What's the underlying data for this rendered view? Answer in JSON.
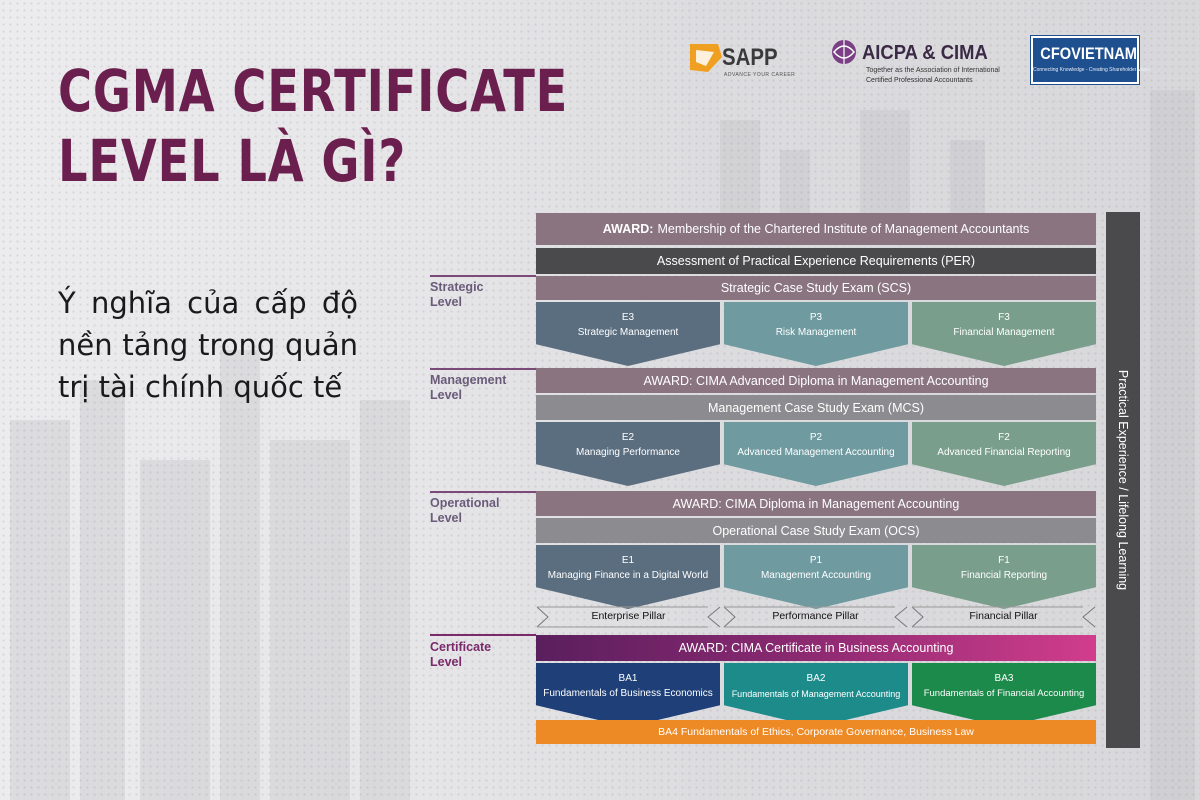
{
  "headline": {
    "line1": "CGMA CERTIFICATE",
    "line2": "LEVEL LÀ GÌ?"
  },
  "subtitle": "Ý nghĩa của cấp độ nền tảng trong quản trị tài chính quốc tế",
  "logos": {
    "sapp": {
      "name": "SAPP",
      "tagline": "ADVANCE YOUR CAREER"
    },
    "aicpa_cima": {
      "name": "AICPA & CIMA",
      "line1": "Together as the Association of International",
      "line2": "Certified Professional Accountants"
    },
    "cfo": {
      "name": "CFOVIETNAM",
      "tagline": "Connecting Knowledge - Creating Shareholder Value"
    }
  },
  "top": {
    "award_prefix": "AWARD:",
    "award_text": "Membership of the Chartered Institute of Management Accountants",
    "per": "Assessment of Practical Experience Requirements (PER)"
  },
  "levels": {
    "strategic": {
      "label1": "Strategic",
      "label2": "Level",
      "exam": "Strategic Case Study Exam (SCS)",
      "papers": [
        {
          "code": "E3",
          "name": "Strategic Management"
        },
        {
          "code": "P3",
          "name": "Risk Management"
        },
        {
          "code": "F3",
          "name": "Financial Management"
        }
      ]
    },
    "management": {
      "label1": "Management",
      "label2": "Level",
      "award": "AWARD: CIMA Advanced Diploma in Management Accounting",
      "exam": "Management Case Study Exam (MCS)",
      "papers": [
        {
          "code": "E2",
          "name": "Managing Performance"
        },
        {
          "code": "P2",
          "name": "Advanced Management Accounting"
        },
        {
          "code": "F2",
          "name": "Advanced Financial Reporting"
        }
      ]
    },
    "operational": {
      "label1": "Operational",
      "label2": "Level",
      "award": "AWARD: CIMA Diploma in Management Accounting",
      "exam": "Operational Case Study Exam (OCS)",
      "papers": [
        {
          "code": "E1",
          "name": "Managing Finance in a Digital World"
        },
        {
          "code": "P1",
          "name": "Management Accounting"
        },
        {
          "code": "F1",
          "name": "Financial Reporting"
        }
      ]
    },
    "certificate": {
      "label1": "Certificate",
      "label2": "Level",
      "award": "AWARD: CIMA Certificate in Business Accounting",
      "papers": [
        {
          "code": "BA1",
          "name": "Fundamentals of Business Economics"
        },
        {
          "code": "BA2",
          "name": "Fundamentals of Management Accounting"
        },
        {
          "code": "BA3",
          "name": "Fundamentals of Financial Accounting"
        }
      ],
      "ba4": "BA4 Fundamentals of Ethics, Corporate Governance, Business Law"
    }
  },
  "pillars": [
    "Enterprise Pillar",
    "Performance Pillar",
    "Financial Pillar"
  ],
  "side_label": "Practical Experience / Lifelong Learning",
  "colors": {
    "title": "#6b1f4e",
    "award_mauve": "#8a7480",
    "per_dark": "#4a4a4c",
    "exam_gray": "#8c8c90",
    "enterprise": "#5b6e80",
    "performance": "#6e9aa0",
    "financial": "#7a9e8c",
    "certificate_award_from": "#5a1f5e",
    "certificate_award_to": "#d13d8c",
    "ba1": "#1e3f77",
    "ba2": "#1e8b8b",
    "ba3": "#1c8a4a",
    "ba4": "#ee8a26",
    "level_line": "#7a4a78",
    "certificate_line": "#7a2a6a"
  }
}
